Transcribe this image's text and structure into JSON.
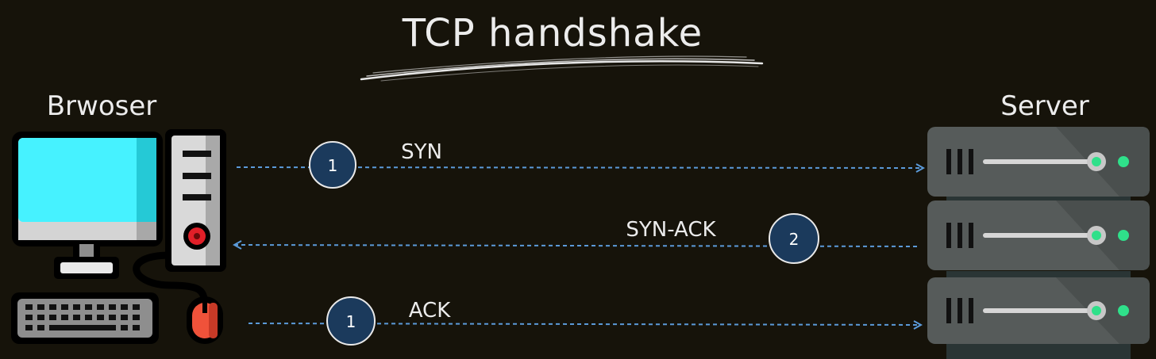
{
  "title": "TCP handshake",
  "left_label": "Brwoser",
  "right_label": "Server",
  "steps": [
    {
      "label": "SYN",
      "badge": "1",
      "direction": "to-server"
    },
    {
      "label": "SYN-ACK",
      "badge": "2",
      "direction": "to-browser"
    },
    {
      "label": "ACK",
      "badge": "1",
      "direction": "to-server"
    }
  ],
  "colors": {
    "background": "#16130a",
    "arrow": "#5b9ad9",
    "badge_fill": "#1b3a5c",
    "badge_stroke": "#e9e9e9",
    "monitor_screen": "#46f2ff",
    "server_body": "#565b5a",
    "server_led": "#2fe08a",
    "mouse": "#f0523a",
    "power_button": "#e01f28"
  },
  "icons": {
    "browser": "desktop-computer-icon",
    "server": "server-rack-icon"
  }
}
